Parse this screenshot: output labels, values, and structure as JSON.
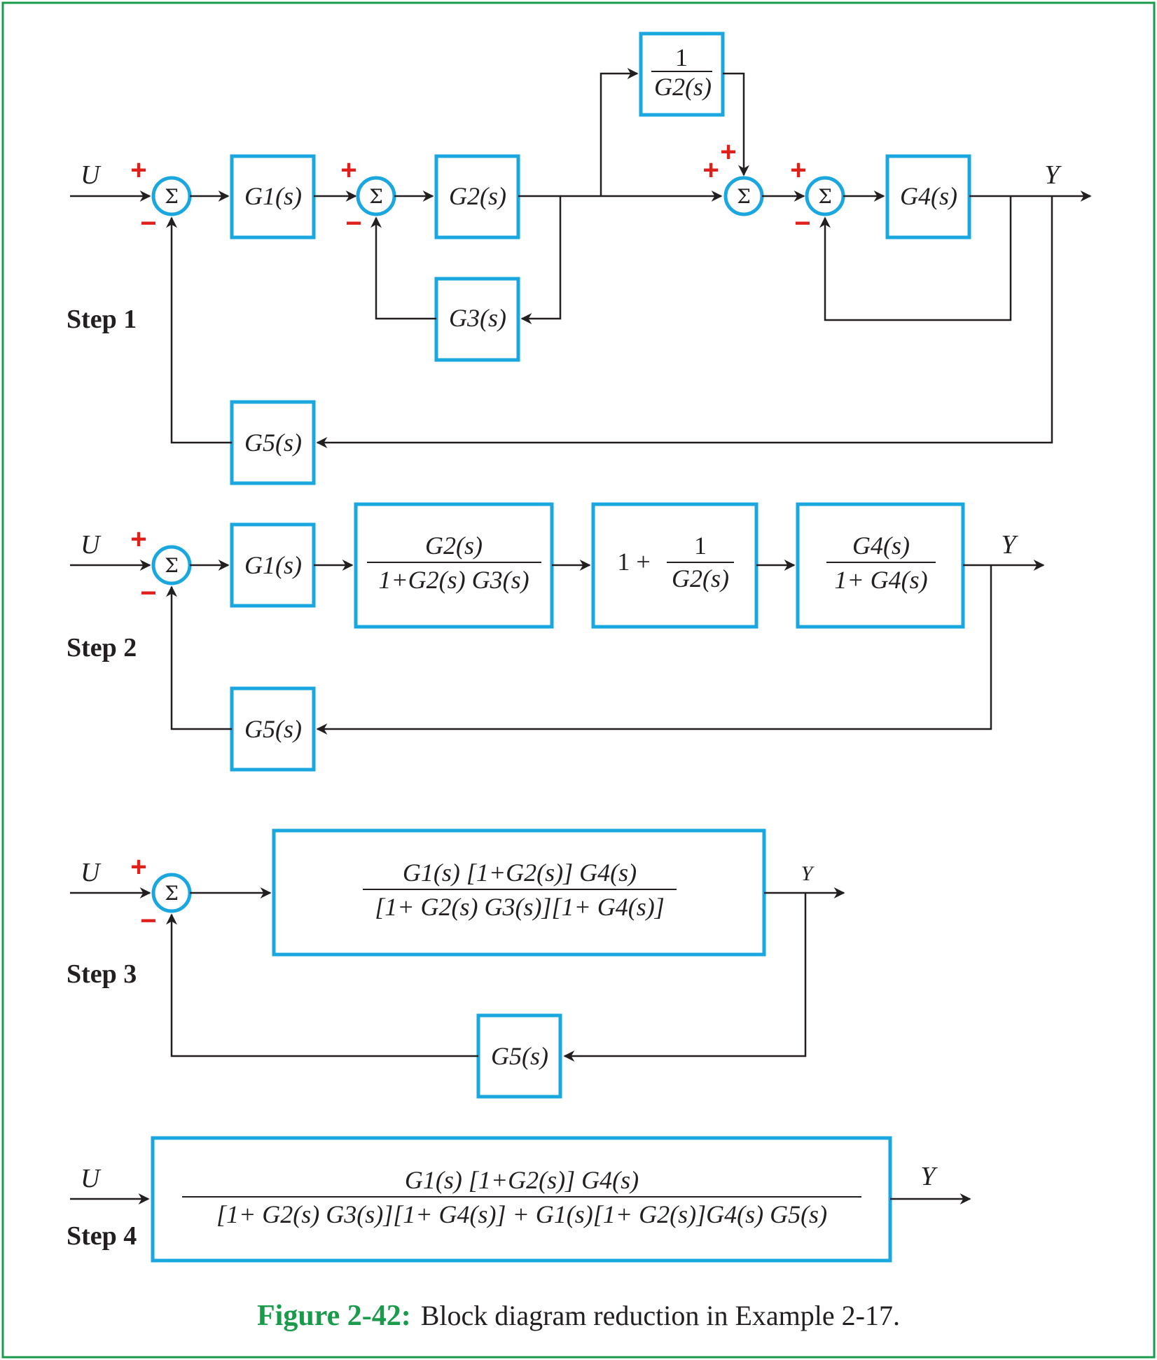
{
  "figure": {
    "number": "Figure 2-42:",
    "caption": "Block diagram reduction in Example 2-17."
  },
  "signals": {
    "input": "U",
    "output": "Y"
  },
  "sum_symbol": "Σ",
  "signs": {
    "plus": "+",
    "minus": "−"
  },
  "steps": {
    "step1": {
      "label": "Step 1",
      "blocks": {
        "g1": "G1(s)",
        "g2": "G2(s)",
        "g3": "G3(s)",
        "g4": "G4(s)",
        "g5": "G5(s)",
        "inv_g2": {
          "numerator": "1",
          "denominator": "G2(s)"
        }
      }
    },
    "step2": {
      "label": "Step 2",
      "blocks": {
        "g1": "G1(s)",
        "inner_loop": {
          "numerator": "G2(s)",
          "denominator": "1+G2(s) G3(s)"
        },
        "feedforward": {
          "prefix": "1 +",
          "numerator": "1",
          "denominator": "G2(s)"
        },
        "g4_loop": {
          "numerator": "G4(s)",
          "denominator": "1+ G4(s)"
        },
        "g5": "G5(s)"
      }
    },
    "step3": {
      "label": "Step 3",
      "blocks": {
        "forward": {
          "numerator": "G1(s) [1+G2(s)] G4(s)",
          "denominator": "[1+ G2(s) G3(s)][1+ G4(s)]"
        },
        "g5": "G5(s)"
      }
    },
    "step4": {
      "label": "Step 4",
      "blocks": {
        "closed_loop": {
          "numerator": "G1(s) [1+G2(s)] G4(s)",
          "denominator": "[1+ G2(s) G3(s)][1+ G4(s)] + G1(s)[1+ G2(s)]G4(s) G5(s)"
        }
      }
    }
  }
}
